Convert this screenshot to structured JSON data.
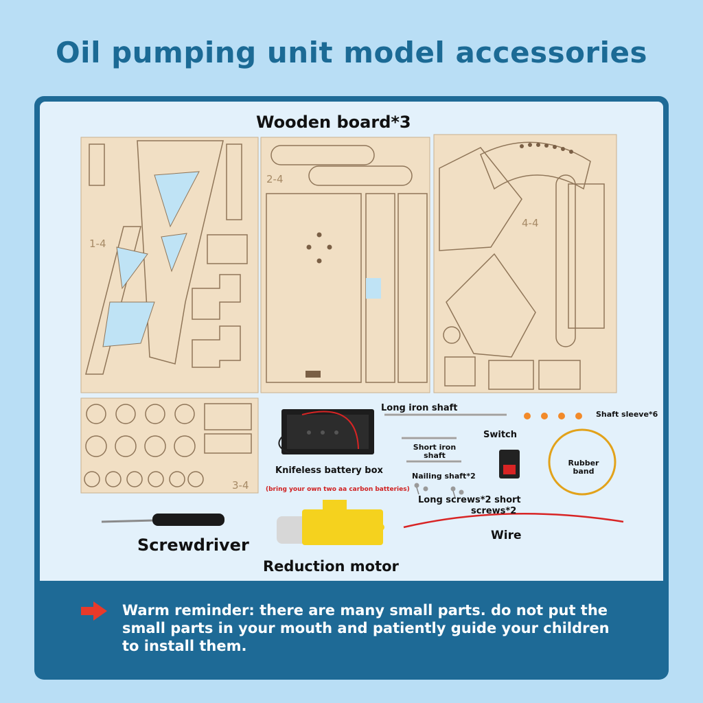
{
  "title": "Oil pumping unit model accessories",
  "labels": {
    "wooden_board": "Wooden board*3",
    "board_1": "1-4",
    "board_2": "2-4",
    "board_3": "3-4",
    "board_4": "4-4",
    "long_iron_shaft": "Long iron shaft",
    "shaft_sleeve": "Shaft sleeve*6",
    "switch": "Switch",
    "short_iron_shaft_1": "Short iron",
    "short_iron_shaft_2": "shaft",
    "rubber_band_1": "Rubber",
    "rubber_band_2": "band",
    "battery_box": "Knifeless battery box",
    "battery_note": "(bring your own two aa carbon batteries)",
    "nailing_shaft": "Nailing shaft*2",
    "screws_1": "Long screws*2 short",
    "screws_2": "screws*2",
    "wire": "Wire",
    "screwdriver": "Screwdriver",
    "reduction_motor": "Reduction motor"
  },
  "reminder": {
    "line1": "Warm reminder: there are many small parts. do not put the",
    "line2": "small parts in your mouth and patiently guide your children",
    "line3": "to install them."
  },
  "colors": {
    "background": "#b9def5",
    "frame": "#1e6a96",
    "title": "#1b6a95",
    "wood": "#f1dfc4",
    "arrow": "#e83a2a",
    "motor": "#f5d21e",
    "wire": "#d82424"
  },
  "icons": {
    "reminder_arrow": "right-arrow-icon"
  }
}
